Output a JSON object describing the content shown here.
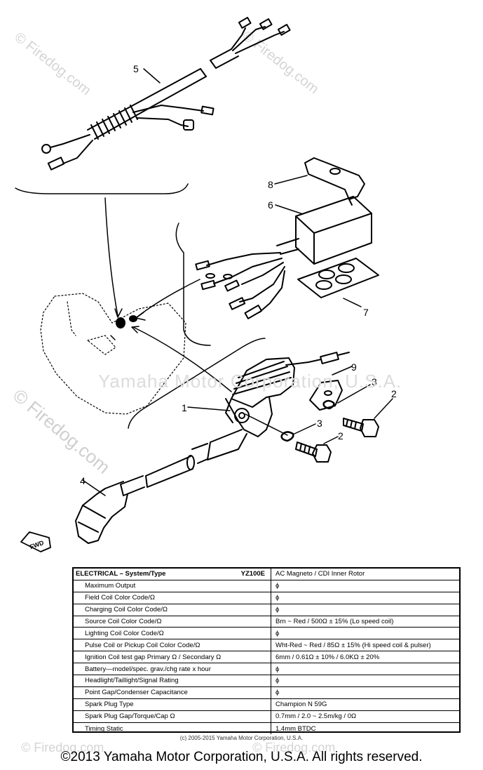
{
  "watermarks": {
    "left": "© Firedog.com",
    "center": "Yamaha Motor Corporation, U.S.A.",
    "small": "© Firedog.com"
  },
  "callouts": {
    "harness": "5",
    "bracket": "8",
    "cdi_unit": "6",
    "damper": "7",
    "ignition_coil": "1",
    "bolt_upper": "2",
    "bolt_lower": "2",
    "washer_upper": "3",
    "washer_lower": "3",
    "plug_cap": "4",
    "lead_terminal": "9"
  },
  "fwd_label": "FWD",
  "spec_table": {
    "header_label": "ELECTRICAL – System/Type",
    "model": "YZ100E",
    "header_value": "AC Magneto / CDI Inner Rotor",
    "rows": [
      {
        "label": "Maximum Output",
        "value": "ϕ"
      },
      {
        "label": "Field Coil Color Code/Ω",
        "value": "ϕ"
      },
      {
        "label": "Charging Coil Color Code/Ω",
        "value": "ϕ"
      },
      {
        "label": "Source Coil Color Code/Ω",
        "value": "Brn ~ Red / 500Ω ± 15% (Lo speed coil)"
      },
      {
        "label": "Lighting Coil Color Code/Ω",
        "value": "ϕ"
      },
      {
        "label": "Pulse Coil or Pickup Coil Color Code/Ω",
        "value": "Wht-Red ~ Red / 85Ω ± 15% (Hi speed coil & pulser)"
      },
      {
        "label": "Ignition Coil  test gap  Primary Ω / Secondary Ω",
        "value": "6mm / 0.61Ω ± 10% / 6.0KΩ ± 20%"
      },
      {
        "label": "Battery—model/spec. grav./chg rate x hour",
        "value": "ϕ"
      },
      {
        "label": "Headlight/Taillight/Signal Rating",
        "value": "ϕ"
      },
      {
        "label": "Point Gap/Condenser Capacitance",
        "value": "ϕ"
      },
      {
        "label": "Spark Plug Type",
        "value": "Champion N 59G"
      },
      {
        "label": "Spark Plug Gap/Torque/Cap Ω",
        "value": "0.7mm / 2.0 ~ 2.5m/kg / 0Ω"
      },
      {
        "label": "Timing  Static",
        "value": "1.4mm BTDC"
      }
    ]
  },
  "table_copyright": "(c) 2005-2015 Yamaha Motor Corporation, U.S.A.",
  "footer": "©2013 Yamaha Motor Corporation, U.S.A. All rights reserved."
}
